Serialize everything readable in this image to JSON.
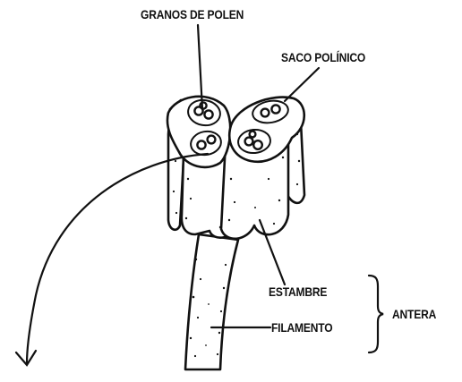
{
  "labels": {
    "pollen_grains": "GRANOS DE POLEN",
    "pollen_sac": "SACO POLÍNICO",
    "stamen": "ESTAMBRE",
    "filament": "FILAMENTO",
    "anther": "ANTERA"
  }
}
